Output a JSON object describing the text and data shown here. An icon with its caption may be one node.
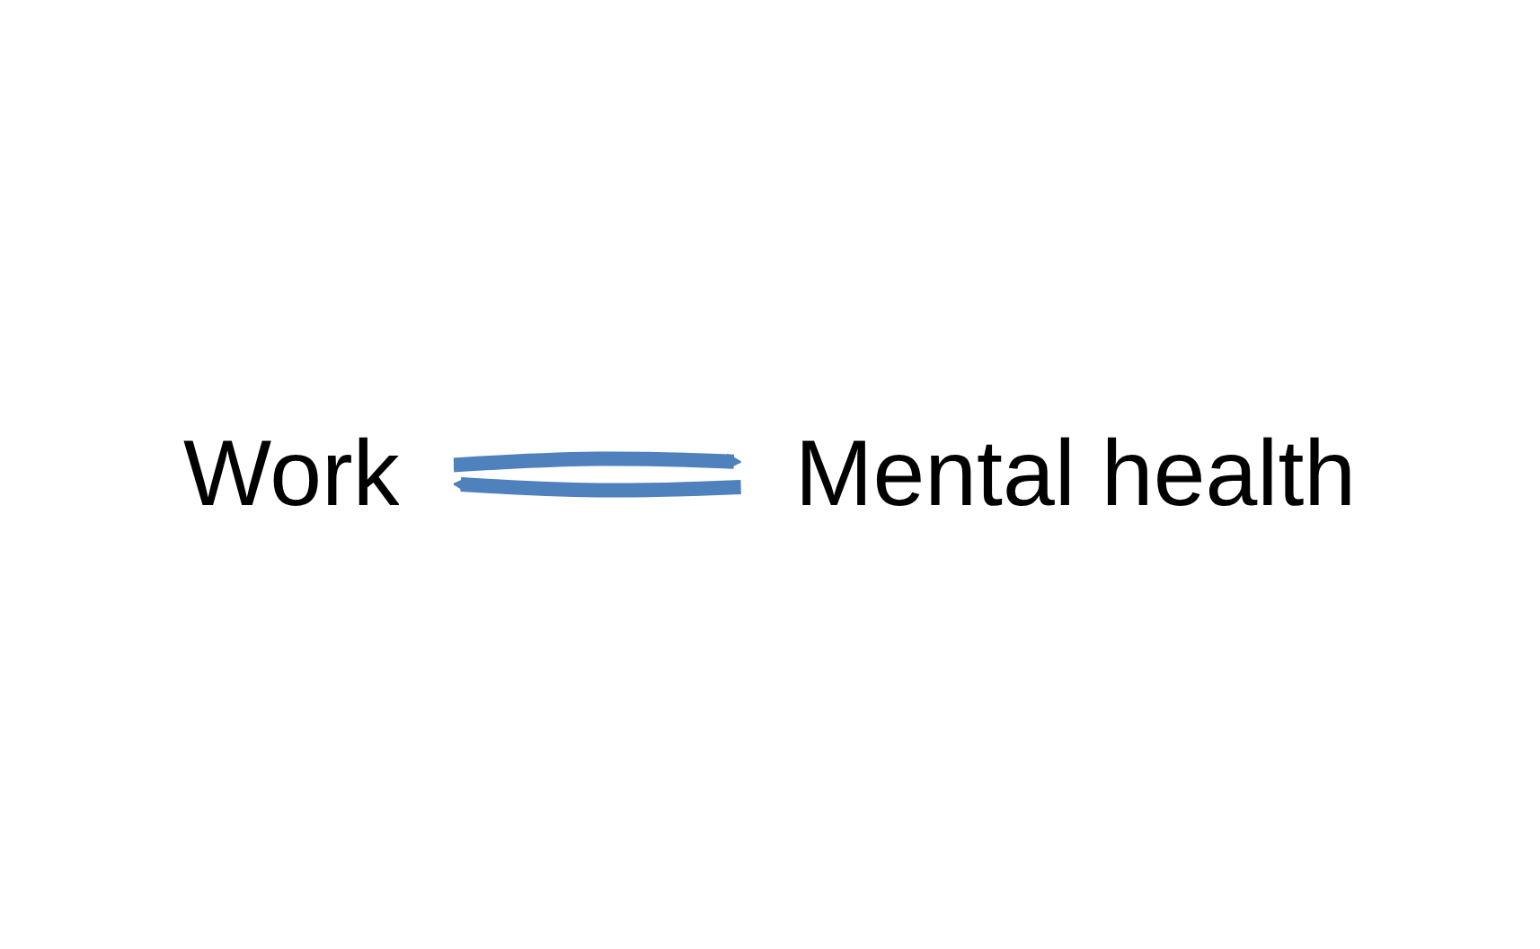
{
  "diagram": {
    "nodes": [
      {
        "text": [
          "Work"
        ]
      },
      {
        "text": [
          "Mental health"
        ]
      }
    ],
    "edges": [
      {
        "from": 0,
        "to": 1,
        "arrow": "to"
      },
      {
        "from": 1,
        "to": 0,
        "arrow": "to"
      }
    ]
  }
}
